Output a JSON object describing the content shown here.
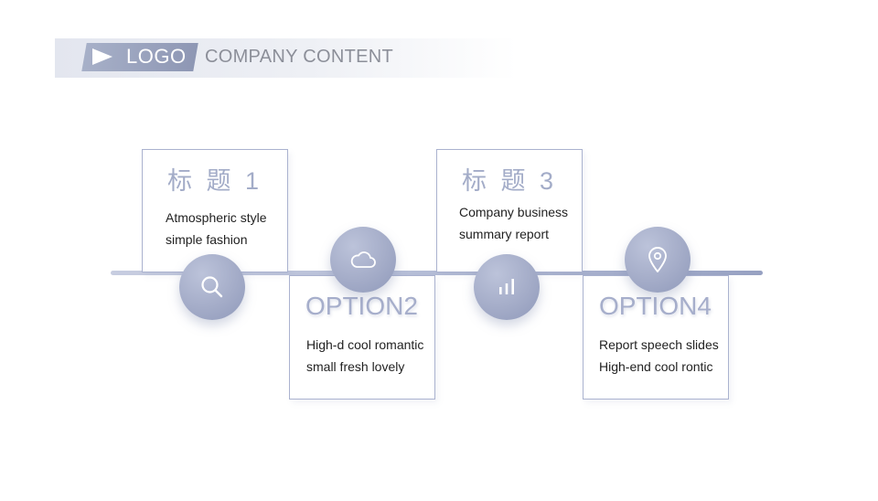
{
  "header": {
    "logo_text": "LOGO",
    "company_text": "COMPANY CONTENT"
  },
  "steps": [
    {
      "title": "标 题 1",
      "line1": "Atmospheric style",
      "line2": "simple fashion",
      "icon": "search-icon"
    },
    {
      "title": "OPTION2",
      "line1": "High-d cool romantic",
      "line2": "small fresh lovely",
      "icon": "cloud-icon"
    },
    {
      "title": "标 题 3",
      "line1": "Company business",
      "line2": "summary report",
      "icon": "bar-chart-icon"
    },
    {
      "title": "OPTION4",
      "line1": "Report speech slides",
      "line2": "High-end cool rontic",
      "icon": "location-pin-icon"
    }
  ],
  "colors": {
    "accent": "#a4acc8",
    "border": "#aab2cf",
    "line": "#b6bed7"
  }
}
